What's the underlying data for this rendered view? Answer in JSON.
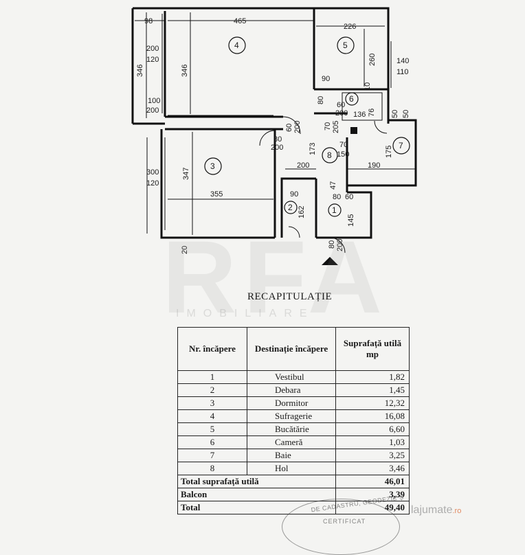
{
  "plan": {
    "rooms": [
      "1",
      "2",
      "3",
      "4",
      "5",
      "6",
      "7",
      "8"
    ],
    "dims": {
      "d98": "98",
      "d465": "465",
      "d226": "226",
      "d200": "200",
      "d120": "120",
      "d346a": "346",
      "d346b": "346",
      "d260": "260",
      "d140": "140",
      "d110": "110",
      "d100": "100",
      "d200b": "200",
      "d90": "90",
      "d10": "10",
      "d80a": "80",
      "d60": "60",
      "d200c": "200",
      "d136": "136",
      "d76": "76",
      "d50a": "50",
      "d50b": "50",
      "d60b": "60",
      "d200d": "200",
      "d80b": "80",
      "d200e": "200",
      "d70": "70",
      "d205": "205",
      "d173": "173",
      "d70b": "70",
      "d150": "150",
      "d175": "175",
      "d300": "300",
      "d120b": "120",
      "d347": "347",
      "d200f": "200",
      "d190": "190",
      "d90b": "90",
      "d47": "47",
      "d80c": "80",
      "d60c": "60",
      "d355": "355",
      "d162": "162",
      "d145": "145",
      "d80d": "80",
      "d200g": "200",
      "d20": "20"
    }
  },
  "watermark": {
    "logo": "RFA",
    "sub": "IMOBILIARE"
  },
  "recap": {
    "title": "RECAPITULAȚIE",
    "headers": [
      "Nr. încăpere",
      "Destinație încăpere",
      "Suprafață utilă mp"
    ],
    "rows": [
      [
        "1",
        "Vestibul",
        "1,82"
      ],
      [
        "2",
        "Debara",
        "1,45"
      ],
      [
        "3",
        "Dormitor",
        "12,32"
      ],
      [
        "4",
        "Sufragerie",
        "16,08"
      ],
      [
        "5",
        "Bucătărie",
        "6,60"
      ],
      [
        "6",
        "Cameră",
        "1,03"
      ],
      [
        "7",
        "Baie",
        "3,25"
      ],
      [
        "8",
        "Hol",
        "3,46"
      ]
    ],
    "total_util_label": "Total suprafață utilă",
    "total_util_value": "46,01",
    "balcon_label": "Balcon",
    "balcon_value": "3,39",
    "total_label": "Total",
    "total_value": "49,40"
  },
  "stamp": {
    "line1": "DE CADASTRU, GEODEZIE Ș",
    "line2": "CERTIFICAT"
  },
  "site": {
    "name": "lajumate",
    "tld": ".ro"
  }
}
